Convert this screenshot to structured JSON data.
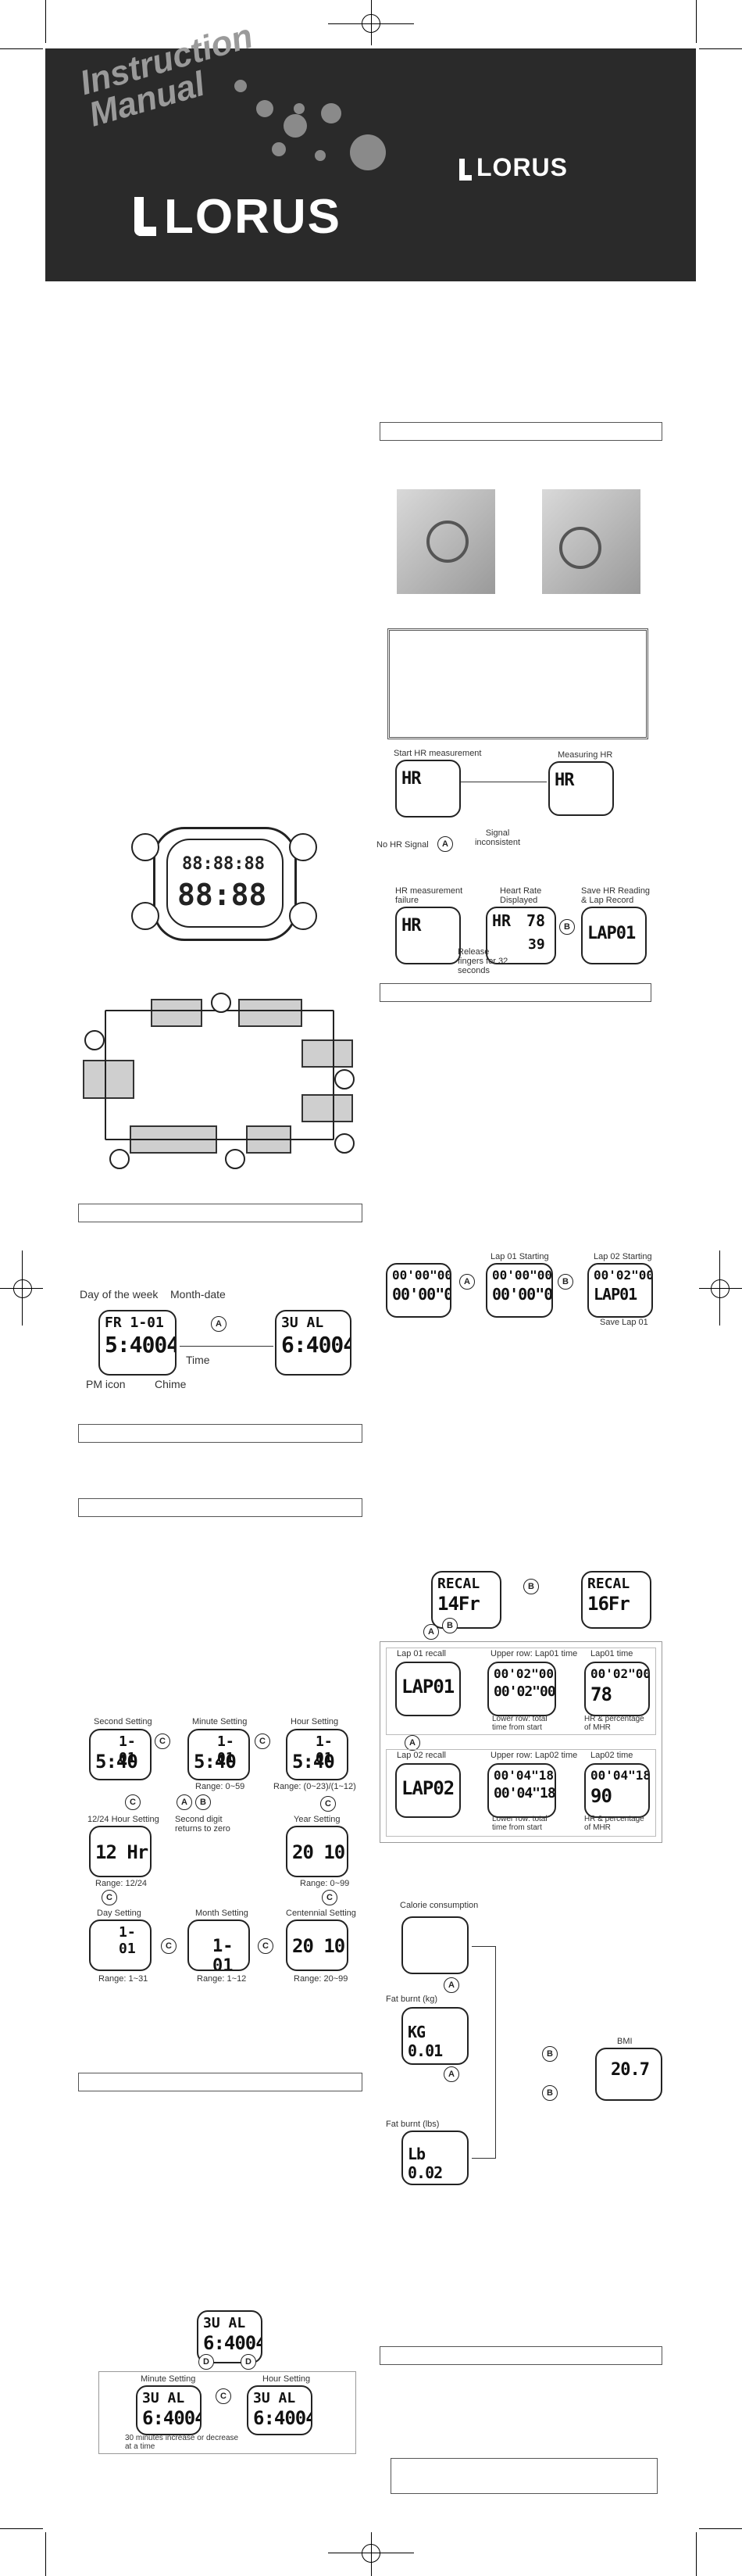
{
  "cover": {
    "title_line1": "Instruction",
    "title_line2": "Manual",
    "brand": "LORUS",
    "brand_small": "LORUS"
  },
  "hr_flow": {
    "start": "Start HR measurement",
    "measuring": "Measuring HR",
    "no_signal": "No HR Signal",
    "inconsistent": "Signal inconsistent",
    "failure": "HR measurement failure",
    "displayed": "Heart Rate Displayed",
    "save": "Save HR Reading & Lap Record",
    "release": "Release fingers for 32 seconds",
    "hr_lcd": "HR",
    "hr_value": "78",
    "hr_sub": "39",
    "lap_lcd": "LAP01"
  },
  "time_mode": {
    "day_of_week": "Day of the week",
    "month_date": "Month-date",
    "time": "Time",
    "pm_icon": "PM icon",
    "chime": "Chime",
    "lcd1_top": "FR 1-01",
    "lcd1_bottom": "5:4004",
    "lcd2_top": "ЗU AL",
    "lcd2_bottom": "6:4004"
  },
  "lap": {
    "lap01_start": "Lap 01 Starting",
    "lap02_start": "Lap 02 Starting",
    "save_lap": "Save Lap 01",
    "t0": "00'00\"00",
    "t1": "00'00\"00",
    "t2": "00'02\"00",
    "lap_lcd": "LAP01"
  },
  "recall": {
    "recal1_top": "RECAL",
    "recal1_bottom": "14Fr",
    "recal2_top": "RECAL",
    "recal2_bottom": "16Fr",
    "lap01_recall": "Lap 01 recall",
    "upper_lap01": "Upper row: Lap01 time",
    "lap01_time": "Lap01 time",
    "lower_total": "Lower row: total time from start",
    "hr_pct": "HR & percentage of MHR",
    "lap02_recall": "Lap 02 recall",
    "upper_lap02": "Upper row: Lap02 time",
    "lap02_time": "Lap02 time",
    "lower_total2": "Lower row: total time from start",
    "hr_pct2": "HR & percentage of MHR",
    "lap01_lcd": "LAP01",
    "lap02_lcd": "LAP02",
    "v1": "00'02\"00",
    "v2": "78",
    "v3": "00'04\"18",
    "v4": "90"
  },
  "setting": {
    "second": "Second Setting",
    "minute": "Minute Setting",
    "hour": "Hour Setting",
    "range_min": "Range: 0~59",
    "range_hour": "Range: (0~23)/(1~12)",
    "second_note": "Second digit returns to zero",
    "h1224": "12/24 Hour Setting",
    "range_1224": "Range: 12/24",
    "year": "Year Setting",
    "range_year": "Range: 0~99",
    "day": "Day Setting",
    "month": "Month Setting",
    "century": "Centennial Setting",
    "range_day": "Range: 1~31",
    "range_month": "Range: 1~12",
    "range_century": "Range: 20~99",
    "lcd_12hr": "12 Hr",
    "lcd_year": "20 10",
    "lcd_date": "1-01",
    "lcd_time": "5:40"
  },
  "fitness": {
    "calorie": "Calorie consumption",
    "fat_kg": "Fat burnt (kg)",
    "fat_lbs": "Fat burnt (lbs)",
    "bmi": "BMI",
    "bmi_lcd": "20.7",
    "kg_lcd": "KG 0.01",
    "lb_lcd": "Lb 0.02"
  },
  "alarm": {
    "minute": "Minute Setting",
    "hour": "Hour Setting",
    "note": "30 minutes increase or decrease at a time",
    "lcd_top": "ЗU AL",
    "lcd_bottom": "6:4004"
  },
  "buttons": {
    "a": "A",
    "b": "B",
    "c": "C",
    "d": "D"
  }
}
